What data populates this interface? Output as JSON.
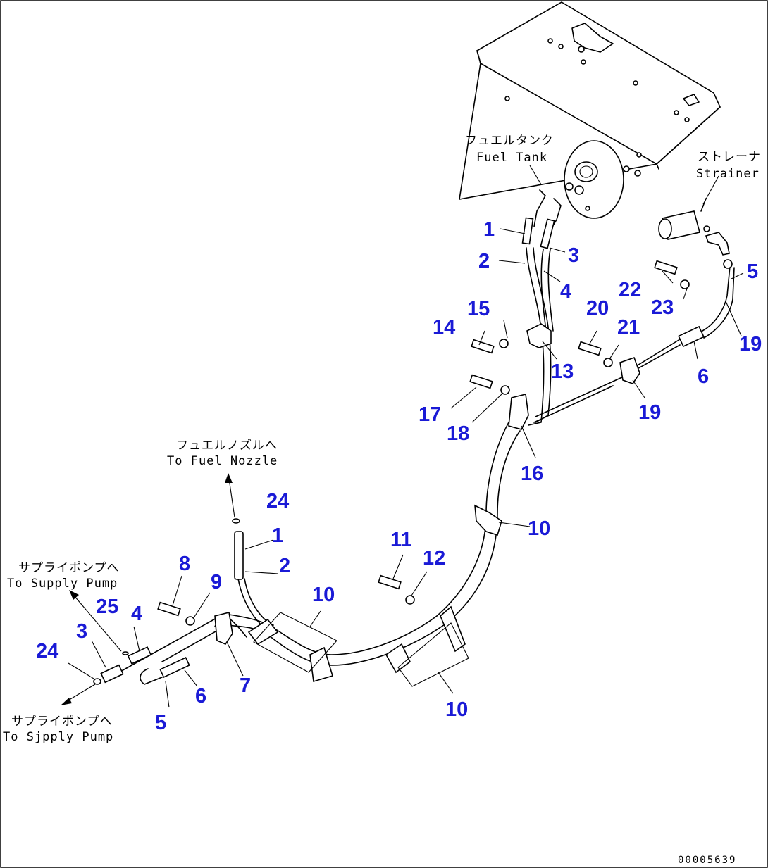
{
  "annotations": {
    "fuel_tank_jp": "フュエルタンク",
    "fuel_tank_en": "Fuel Tank",
    "strainer_jp": "ストレーナ",
    "strainer_en": "Strainer",
    "nozzle_jp": "フュエルノズルへ",
    "nozzle_en": "To Fuel Nozzle",
    "pump_top_jp": "サプライポンプへ",
    "pump_top_en": "To Supply Pump",
    "pump_bottom_jp": "サプライポンプへ",
    "pump_bottom_en": "To Sjpply Pump"
  },
  "drawing_code": "00005639",
  "callouts": [
    "1",
    "2",
    "3",
    "4",
    "5",
    "22",
    "23",
    "19",
    "15",
    "14",
    "20",
    "21",
    "13",
    "6",
    "17",
    "18",
    "19",
    "16",
    "10",
    "24",
    "1",
    "2",
    "11",
    "12",
    "8",
    "9",
    "10",
    "25",
    "4",
    "3",
    "24",
    "7",
    "6",
    "5",
    "10"
  ]
}
